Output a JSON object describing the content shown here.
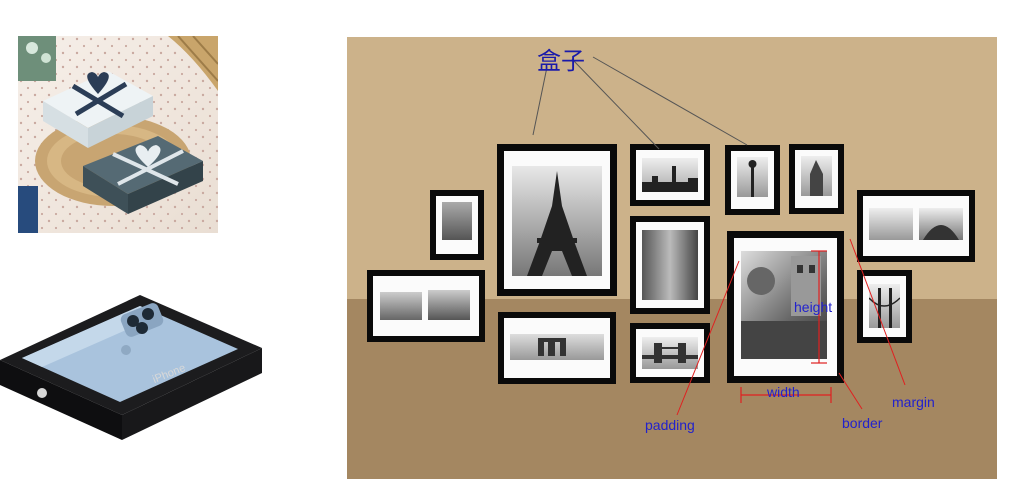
{
  "diagram": {
    "title": "盒子",
    "labels": {
      "padding": "padding",
      "width": "width",
      "height": "height",
      "border": "border",
      "margin": "margin"
    },
    "colors": {
      "wall_upper": "#ccb28a",
      "wall_lower": "#a48761",
      "frame": "#0a0a0a",
      "mat": "#fbfbfb",
      "label_text": "#2222cc",
      "leader_line": "#555555",
      "red_line": "#e02020"
    }
  },
  "phone_box": {
    "brand_text": "iPhone"
  }
}
